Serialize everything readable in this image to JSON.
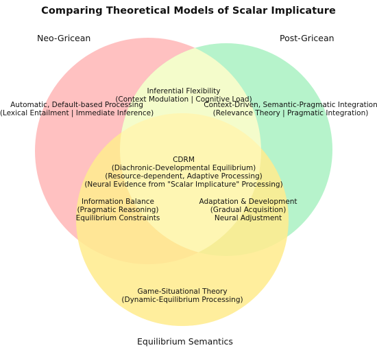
{
  "title": "Comparing Theoretical Models of Scalar Implicature",
  "sets": {
    "neo_gricean": {
      "label": "Neo-Gricean",
      "color": "#ffb3b3"
    },
    "post_gricean": {
      "label": "Post-Gricean",
      "color": "#a6f0bf"
    },
    "equilibrium_semantics": {
      "label": "Equilibrium Semantics",
      "color": "#ffe066"
    }
  },
  "regions": {
    "neo_only": [
      "Automatic, Default-based Processing",
      "(Lexical Entailment | Immediate Inference)"
    ],
    "post_only": [
      "Context-Driven, Semantic-Pragmatic Integration",
      "(Relevance Theory | Pragmatic Integration)"
    ],
    "neo_post": [
      "Inferential Flexibility",
      "(Context Modulation | Cognitive Load)"
    ],
    "center": [
      "CDRM",
      "(Diachronic-Developmental Equilibrium)",
      "(Resource-dependent, Adaptive Processing)",
      "(Neural Evidence from \"Scalar Implicature\" Processing)"
    ],
    "neo_eq": [
      "Information Balance",
      "(Pragmatic Reasoning)",
      "Equilibrium Constraints"
    ],
    "post_eq": [
      "Adaptation & Development",
      "(Gradual Acquisition)",
      "Neural Adjustment"
    ],
    "eq_only": [
      "Game-Situational Theory",
      "(Dynamic-Equilibrium Processing)"
    ]
  }
}
